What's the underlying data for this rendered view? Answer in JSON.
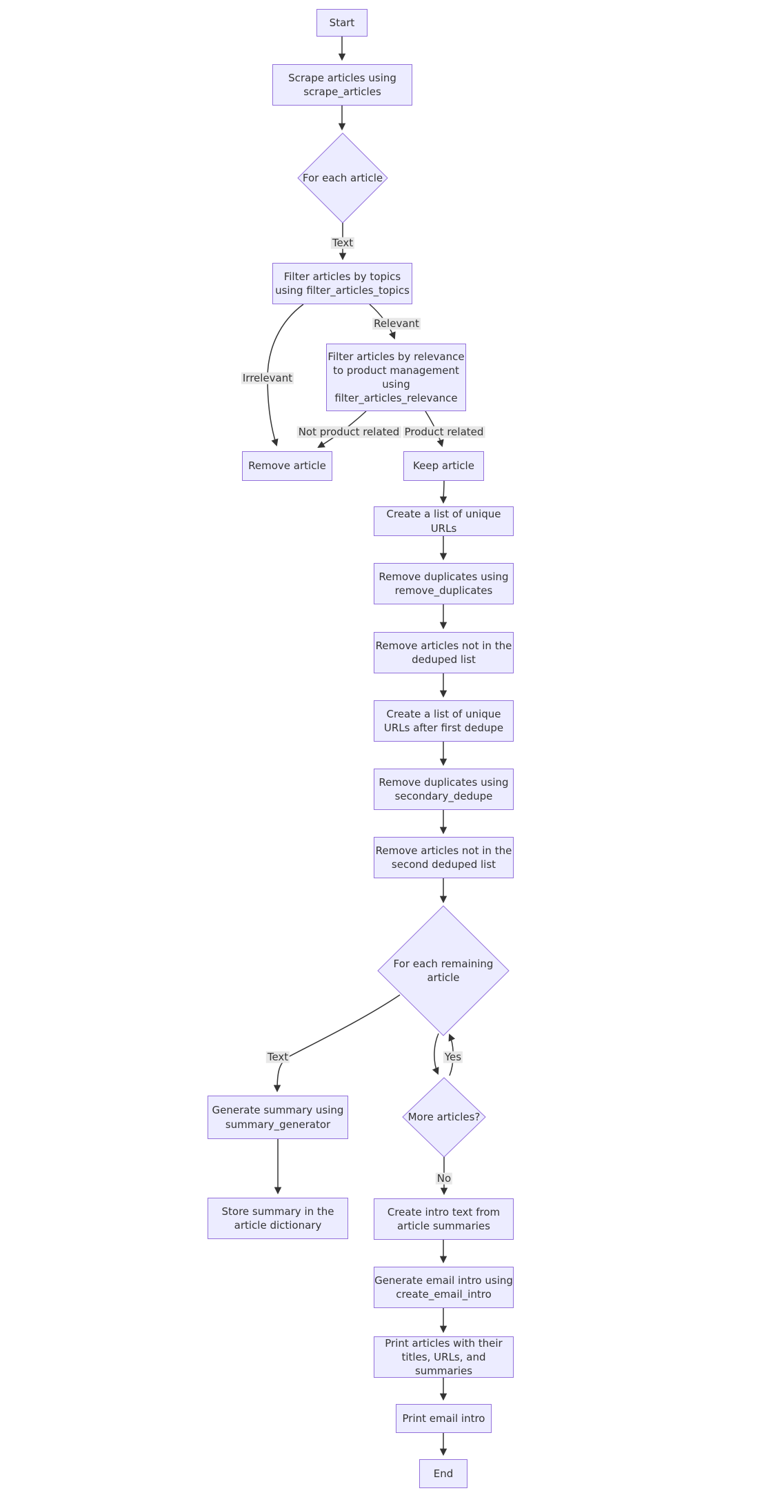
{
  "diagram": {
    "type": "flowchart",
    "colors": {
      "node_fill": "#ECECFF",
      "node_border": "#9370DB",
      "edge_color": "#333333",
      "edge_label_bg": "#e8e8e8",
      "text_color": "#333333",
      "background": "#ffffff"
    },
    "nodes": {
      "start": "Start",
      "scrape": "Scrape articles using\nscrape_articles",
      "for_each_article": "For each article",
      "filter_topics": "Filter articles by topics\nusing filter_articles_topics",
      "filter_relevance": "Filter articles by relevance\nto product management\nusing\nfilter_articles_relevance",
      "remove_article": "Remove article",
      "keep_article": "Keep article",
      "unique_urls": "Create a list of unique URLs",
      "remove_duplicates": "Remove duplicates using\nremove_duplicates",
      "remove_not_in_deduped": "Remove articles not in the\ndeduped list",
      "unique_urls_after_first": "Create a list of unique\nURLs after first dedupe",
      "secondary_dedupe": "Remove duplicates using\nsecondary_dedupe",
      "remove_not_in_second": "Remove articles not in the\nsecond deduped list",
      "for_each_remaining": "For each remaining article",
      "more_articles": "More articles?",
      "generate_summary": "Generate summary using\nsummary_generator",
      "store_summary": "Store summary in the\narticle dictionary",
      "create_intro": "Create intro text from\narticle summaries",
      "generate_email_intro": "Generate email intro using\ncreate_email_intro",
      "print_articles": "Print articles with their\ntitles, URLs, and summaries",
      "print_email_intro": "Print email intro",
      "end": "End"
    },
    "edge_labels": {
      "text1": "Text",
      "relevant": "Relevant",
      "irrelevant": "Irrelevant",
      "not_product_related": "Not product related",
      "product_related": "Product related",
      "text2": "Text",
      "yes": "Yes",
      "no": "No"
    }
  }
}
